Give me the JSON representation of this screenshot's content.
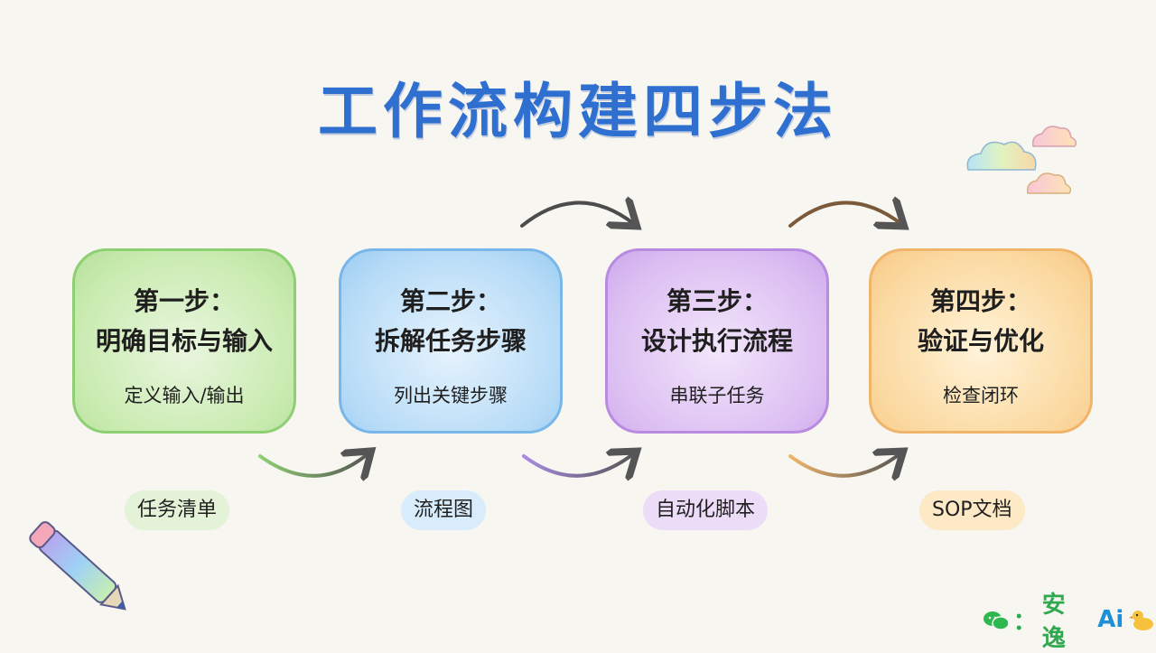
{
  "title": "工作流构建四步法",
  "steps": [
    {
      "step": "第一步：",
      "goal": "明确目标与输入",
      "detail": "定义输入/输出",
      "output": "任务清单",
      "color": "#8fcf73"
    },
    {
      "step": "第二步：",
      "goal": "拆解任务步骤",
      "detail": "列出关键步骤",
      "output": "流程图",
      "color": "#79b7ea"
    },
    {
      "step": "第三步：",
      "goal": "设计执行流程",
      "detail": "串联子任务",
      "output": "自动化脚本",
      "color": "#b98be0"
    },
    {
      "step": "第四步：",
      "goal": "验证与优化",
      "detail": "检查闭环",
      "output": "SOP文档",
      "color": "#f0b46a"
    }
  ],
  "brand": {
    "colon": "：",
    "name": "安逸",
    "ai": "Ai",
    "icons": [
      "wechat-icon",
      "duck-icon"
    ]
  },
  "decorations": [
    "cloud-icon",
    "pencil-icon"
  ],
  "colors": {
    "title": "#2e6fd0",
    "background": "#f7f6f1"
  }
}
